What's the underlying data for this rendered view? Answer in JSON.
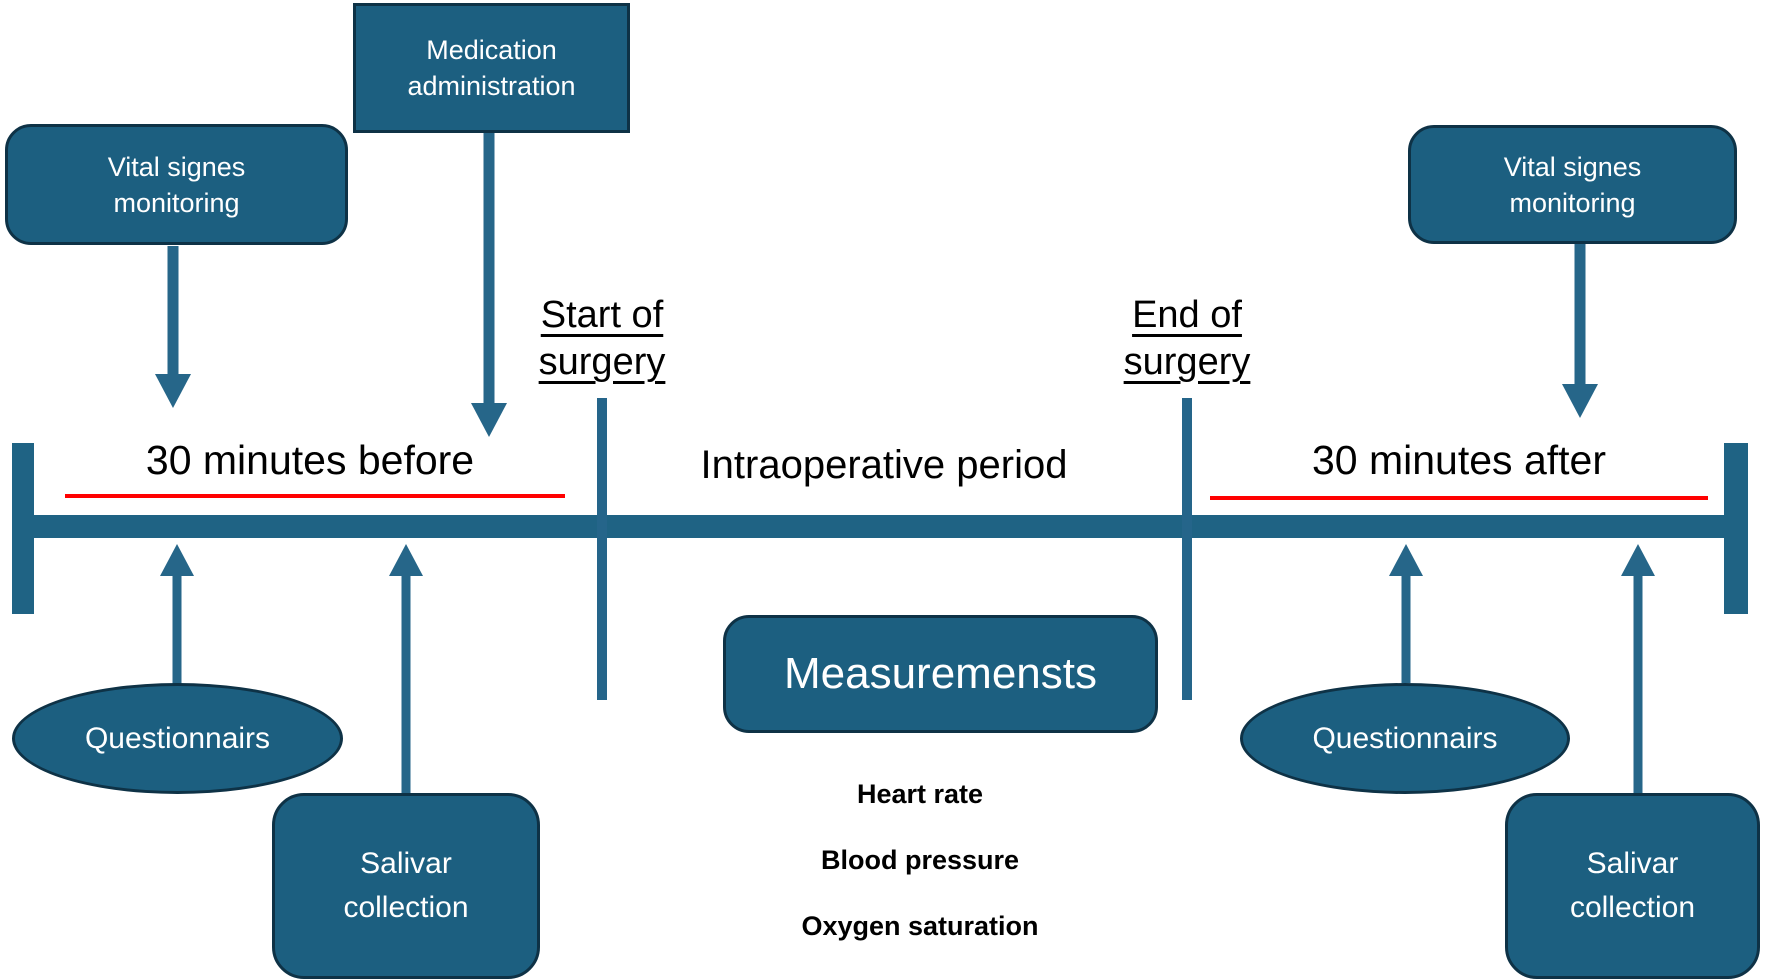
{
  "timeline": {
    "before_label": "30 minutes before",
    "intraoperative_label": "Intraoperative period",
    "after_label": "30 minutes after",
    "start_marker_label": "Start of\nsurgery",
    "end_marker_label": "End of\nsurgery"
  },
  "boxes": {
    "medication": "Medication\nadministration",
    "vital_left": "Vital signes\nmonitoring",
    "vital_right": "Vital signes\nmonitoring",
    "questionnaire_left": "Questionnairs",
    "questionnaire_right": "Questionnairs",
    "saliva_left": "Salivar\ncollection",
    "saliva_right": "Salivar\ncollection",
    "measurements": "Measuremensts"
  },
  "measurements": {
    "items": [
      "Heart rate",
      "Blood pressure",
      "Oxygen saturation"
    ]
  },
  "colors": {
    "shape_fill": "#1C5F80",
    "shape_border": "#0E3246",
    "timeline": "#1F6384",
    "arrow": "#266689",
    "red_underline": "#FF0000",
    "text_dark": "#000000",
    "text_light": "#FFFFFF"
  }
}
